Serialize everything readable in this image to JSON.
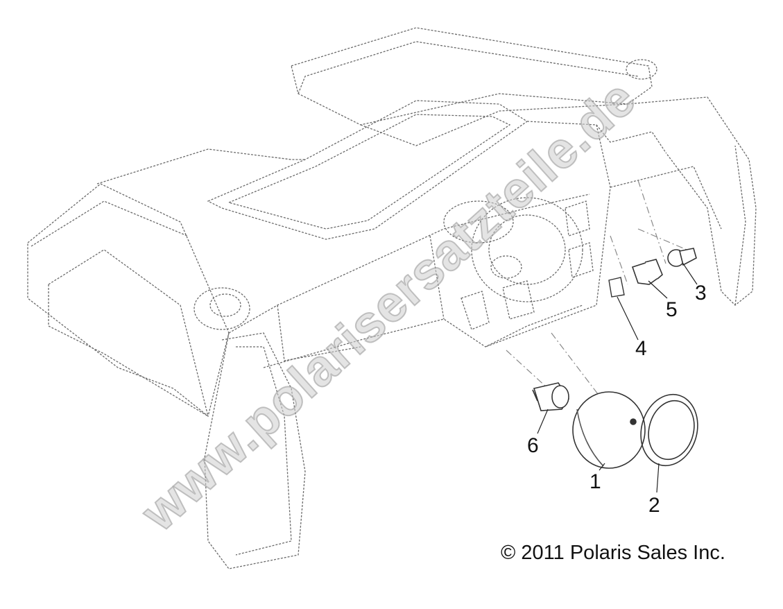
{
  "callouts": [
    {
      "id": "1",
      "label": "1"
    },
    {
      "id": "2",
      "label": "2"
    },
    {
      "id": "3",
      "label": "3"
    },
    {
      "id": "4",
      "label": "4"
    },
    {
      "id": "5",
      "label": "5"
    },
    {
      "id": "6",
      "label": "6"
    }
  ],
  "copyright": "© 2011 Polaris Sales Inc.",
  "watermark": "www.polarisersatzteile.de",
  "colors": {
    "line": "#4a4a4a",
    "dash": "#8a8a8a",
    "text": "#111111",
    "watermark": "#cdcdcd"
  }
}
